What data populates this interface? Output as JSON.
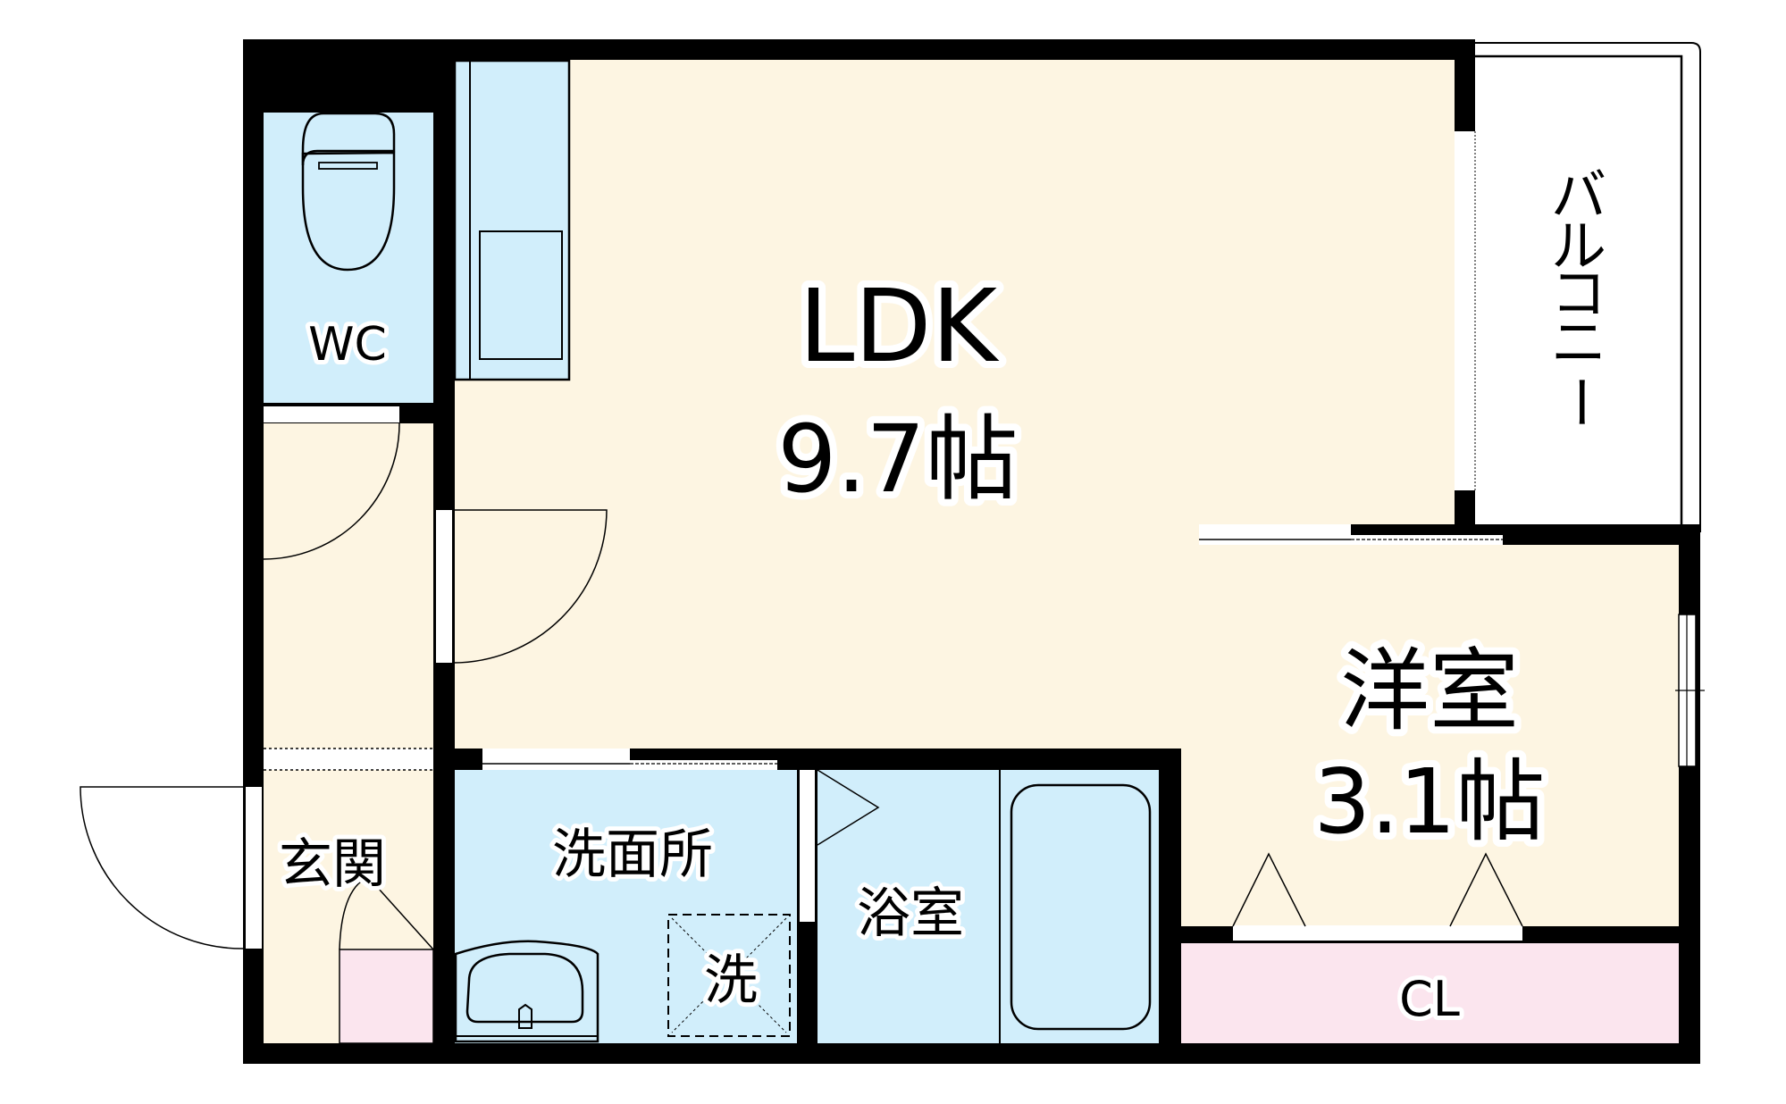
{
  "plan": {
    "colors": {
      "wall": "#000000",
      "floor_wood": "#fdf5e2",
      "floor_wet": "#d1eefb",
      "closet": "#fbe5ee",
      "exterior": "#ffffff",
      "line": "#000000"
    },
    "rooms": {
      "ldk": {
        "name": "LDK",
        "size": "9.7帖"
      },
      "western": {
        "name": "洋室",
        "size": "3.1帖"
      },
      "wc": {
        "name": "WC"
      },
      "entrance": {
        "name": "玄関"
      },
      "washroom": {
        "name": "洗面所"
      },
      "washer": {
        "name": "洗"
      },
      "bathroom": {
        "name": "浴室"
      },
      "closet": {
        "name": "CL"
      },
      "balcony": {
        "name": "バルコニー",
        "chars": [
          "バ",
          "ル",
          "コ",
          "ニ",
          "ー"
        ]
      }
    },
    "icons": [
      "toilet-icon",
      "kitchen-counter-icon",
      "sink-icon",
      "bathtub-icon",
      "washing-machine-space-icon",
      "door-swing-icon",
      "sliding-door-icon",
      "folding-door-icon",
      "window-icon"
    ]
  }
}
